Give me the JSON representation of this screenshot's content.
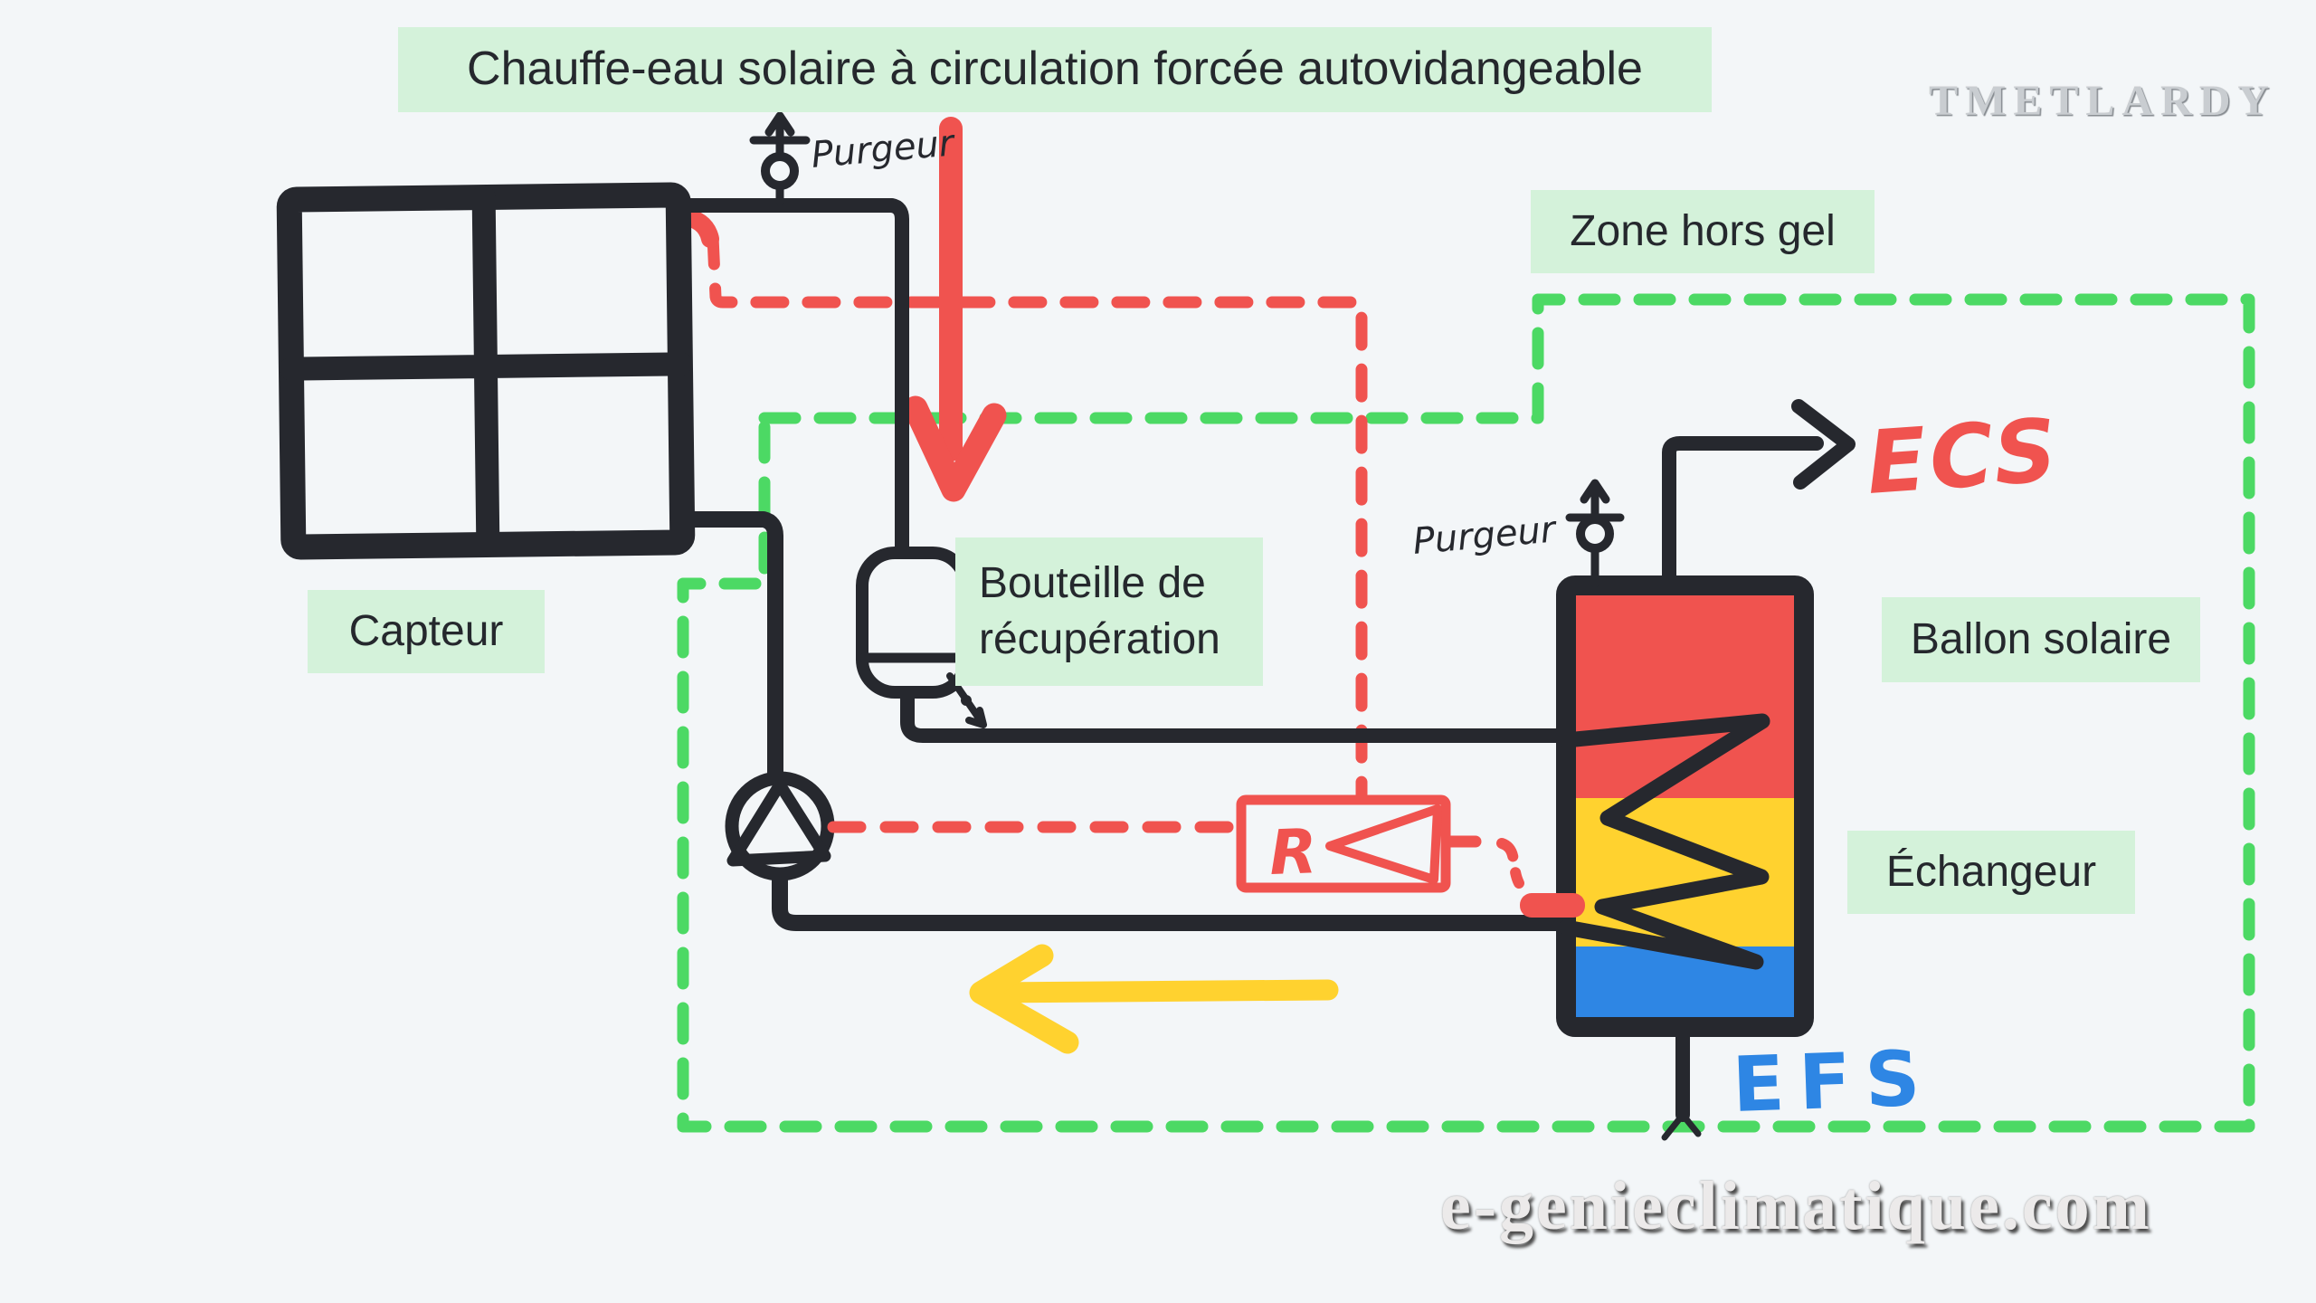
{
  "title": "Chauffe-eau solaire à circulation forcée autovidangeable",
  "watermark_top": "TMETLARDY",
  "watermark_bottom": "e-genieclimatique.com",
  "labels": {
    "capteur": "Capteur",
    "zone_hors_gel": "Zone hors gel",
    "bouteille_line1": "Bouteille de",
    "bouteille_line2": "récupération",
    "ballon_solaire": "Ballon solaire",
    "echangeur": "Échangeur"
  },
  "annotations": {
    "purgeur_collector": "Purgeur",
    "purgeur_tank": "Purgeur",
    "ecs": "ECS",
    "efs": "EFS",
    "regulator": "R"
  },
  "colors": {
    "background": "#f3f6f8",
    "ink": "#26282e",
    "red": "#f0534f",
    "green": "#4cd964",
    "yellow": "#ffd22f",
    "blue": "#2e86e4",
    "label_bg": "#d4f2da",
    "label_text": "#25282d",
    "watermark_gray": "#c9cdd1"
  }
}
